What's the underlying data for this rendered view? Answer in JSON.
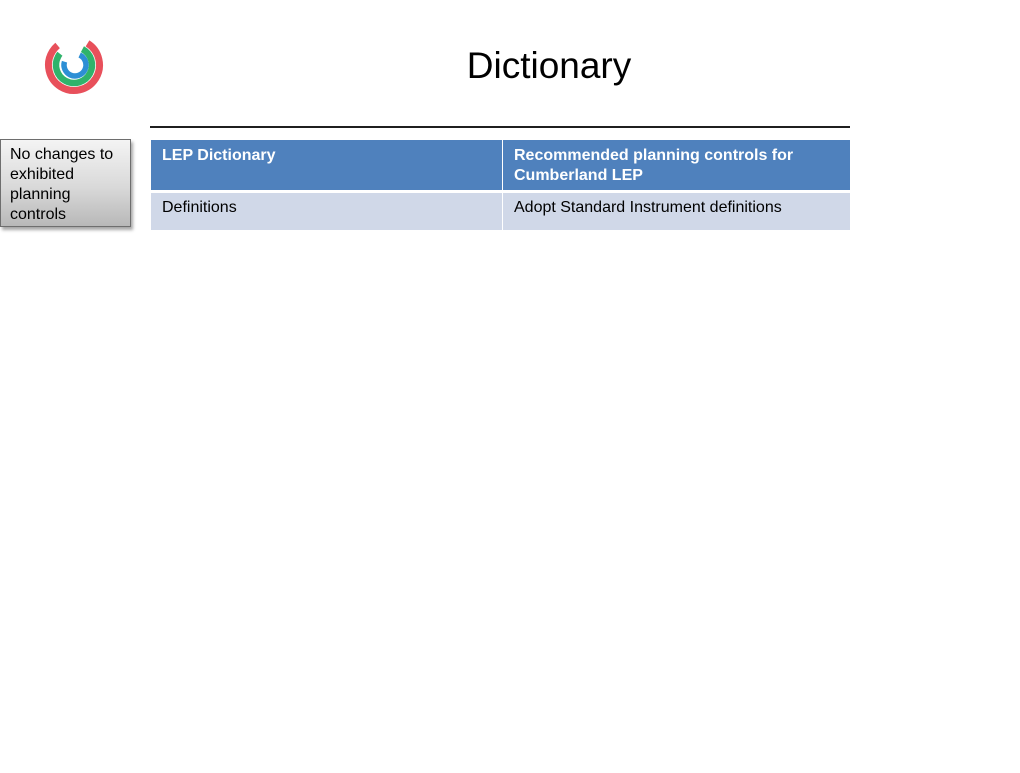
{
  "slide": {
    "title": "Dictionary",
    "logo_icon": "cumberland-c-logo-icon",
    "colors": {
      "logo_red": "#e8505b",
      "logo_green": "#2fb36b",
      "logo_blue": "#2d8fd5",
      "header_bg": "#4f81bd",
      "row_bg": "#d0d8e8"
    }
  },
  "note": {
    "line1": "No changes to",
    "line2": "exhibited",
    "line3": "planning",
    "line4": "controls"
  },
  "table": {
    "headers": [
      {
        "lines": [
          "LEP Dictionary"
        ]
      },
      {
        "lines": [
          "Recommended planning controls for",
          "Cumberland LEP"
        ]
      }
    ],
    "rows": [
      {
        "cells": [
          "Definitions",
          "Adopt Standard Instrument definitions"
        ]
      }
    ]
  }
}
